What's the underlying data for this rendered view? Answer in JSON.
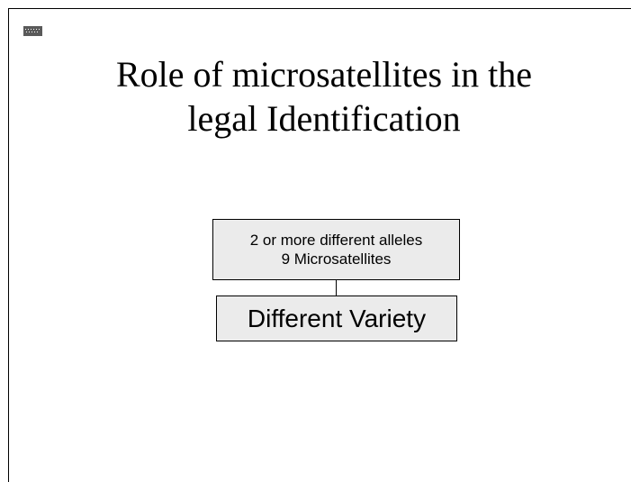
{
  "slide": {
    "title_line1": "Role of microsatellites in the",
    "title_line2": "legal Identification"
  },
  "diagram": {
    "top_box": {
      "line1": "2 or more different alleles",
      "line2": "9 Microsatellites"
    },
    "bottom_box": {
      "label": "Different Variety"
    }
  },
  "icons": {
    "logo": "logo-icon"
  },
  "colors": {
    "box_fill": "#ebebeb",
    "border": "#000000",
    "logo": "#5a5a5a"
  }
}
